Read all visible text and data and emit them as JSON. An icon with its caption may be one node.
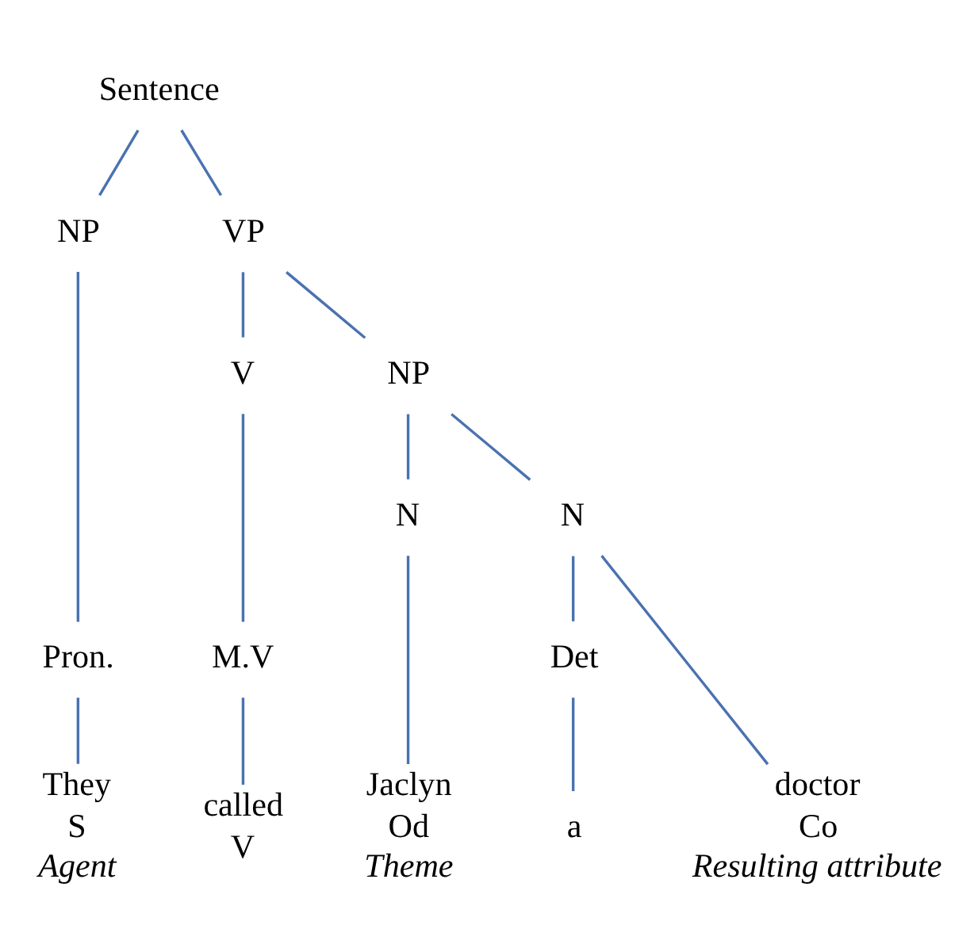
{
  "diagram": {
    "nodes": [
      {
        "text": [
          "Sentence"
        ]
      },
      {
        "text": [
          "NP"
        ]
      },
      {
        "text": [
          "VP"
        ]
      },
      {
        "text": [
          "Pron."
        ]
      },
      {
        "text": [
          "V"
        ]
      },
      {
        "text": [
          "NP"
        ]
      },
      {
        "text": [
          "M.V"
        ]
      },
      {
        "text": [
          "N"
        ]
      },
      {
        "text": [
          "N"
        ]
      },
      {
        "text": [
          "Det"
        ]
      },
      {
        "text": [
          "They"
        ],
        "beside": [
          "S",
          "Agent"
        ]
      },
      {
        "text": [
          "called"
        ],
        "beside": [
          "V"
        ]
      },
      {
        "text": [
          "Jaclyn"
        ],
        "beside": [
          "Od",
          "Theme"
        ]
      },
      {
        "text": [
          "a"
        ]
      },
      {
        "text": [
          "doctor"
        ],
        "beside": [
          "Co",
          "Resulting attribute"
        ]
      }
    ],
    "edges": [
      {
        "from": 0,
        "to": 1,
        "arrow": "none"
      },
      {
        "from": 0,
        "to": 2,
        "arrow": "none"
      },
      {
        "from": 1,
        "to": 3,
        "arrow": "none"
      },
      {
        "from": 3,
        "to": 10,
        "arrow": "none"
      },
      {
        "from": 2,
        "to": 4,
        "arrow": "none"
      },
      {
        "from": 2,
        "to": 5,
        "arrow": "none"
      },
      {
        "from": 4,
        "to": 6,
        "arrow": "none"
      },
      {
        "from": 6,
        "to": 11,
        "arrow": "none"
      },
      {
        "from": 5,
        "to": 7,
        "arrow": "none"
      },
      {
        "from": 5,
        "to": 8,
        "arrow": "none"
      },
      {
        "from": 7,
        "to": 12,
        "arrow": "none"
      },
      {
        "from": 8,
        "to": 9,
        "arrow": "none"
      },
      {
        "from": 8,
        "to": 14,
        "arrow": "none"
      },
      {
        "from": 9,
        "to": 13,
        "arrow": "none"
      }
    ]
  }
}
